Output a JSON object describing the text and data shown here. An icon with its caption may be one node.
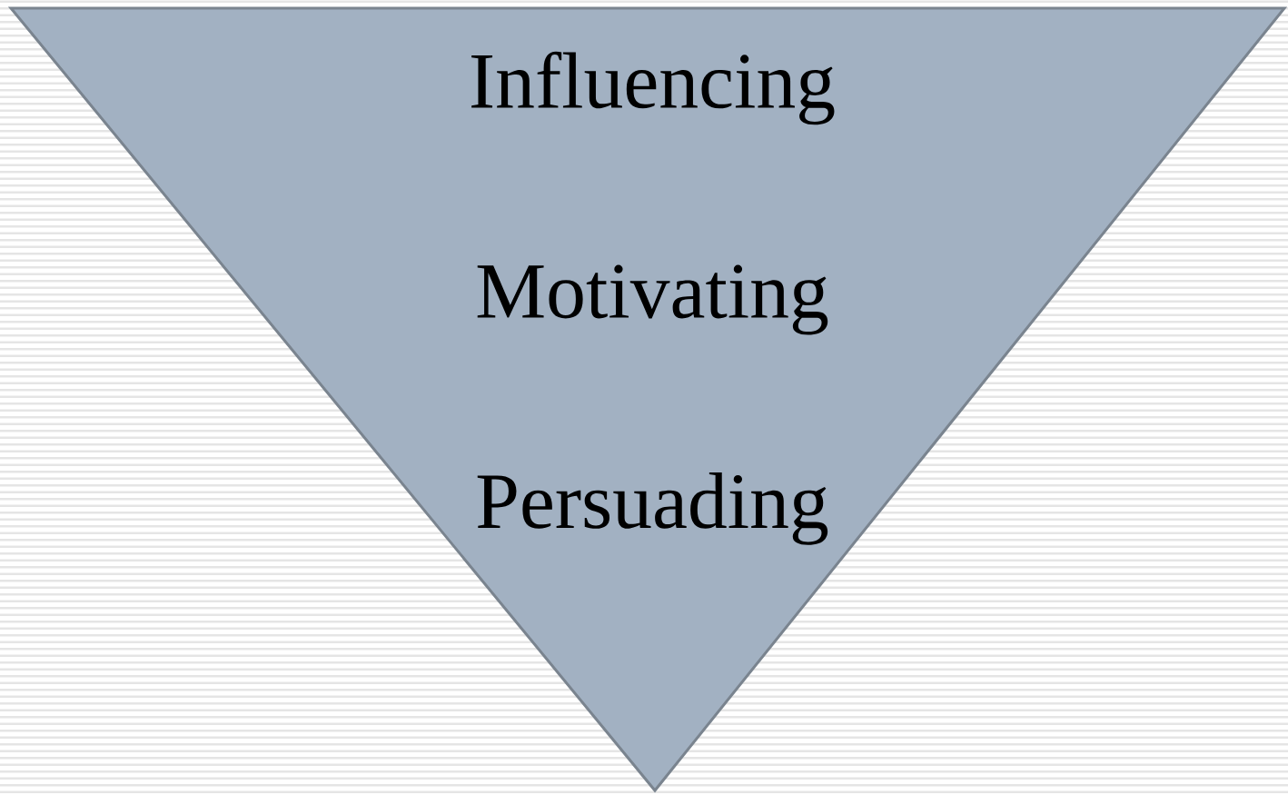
{
  "diagram": {
    "nodes": [
      {
        "text": [
          "Influencing",
          "Motivating",
          "Persuading"
        ]
      }
    ]
  }
}
